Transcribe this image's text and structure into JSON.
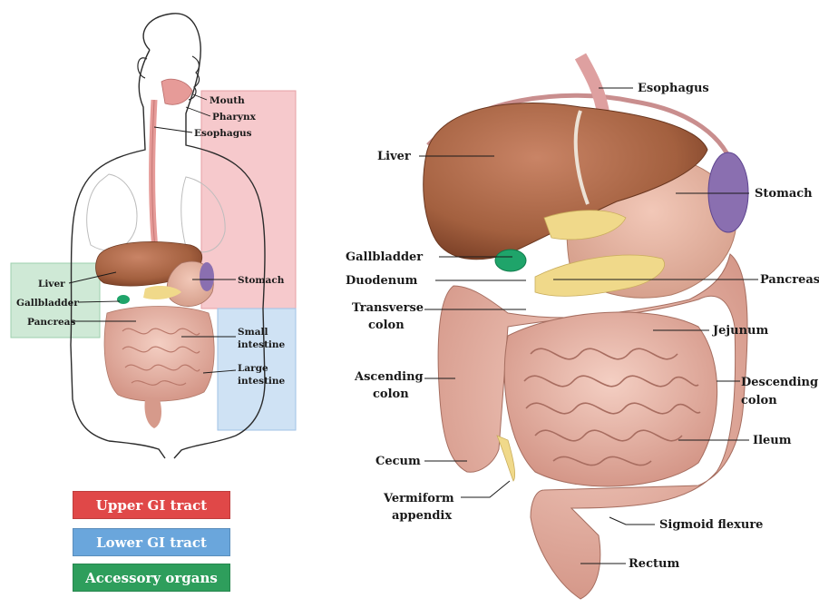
{
  "left_figure": {
    "labels": {
      "mouth": "Mouth",
      "pharynx": "Pharynx",
      "esophagus": "Esophagus",
      "liver": "Liver",
      "gallbladder": "Gallbladder",
      "pancreas": "Pancreas",
      "stomach": "Stomach",
      "small_intestine_1": "Small",
      "small_intestine_2": "intestine",
      "large_intestine_1": "Large",
      "large_intestine_2": "intestine"
    }
  },
  "right_figure": {
    "labels": {
      "esophagus": "Esophagus",
      "liver": "Liver",
      "stomach": "Stomach",
      "gallbladder": "Gallbladder",
      "duodenum": "Duodenum",
      "pancreas": "Pancreas",
      "transverse_colon_1": "Transverse",
      "transverse_colon_2": "colon",
      "jejunum": "Jejunum",
      "ascending_colon_1": "Ascending",
      "ascending_colon_2": "colon",
      "descending_colon_1": "Descending",
      "descending_colon_2": "colon",
      "ileum": "Ileum",
      "cecum": "Cecum",
      "vermiform_appendix_1": "Vermiform",
      "vermiform_appendix_2": "appendix",
      "sigmoid_flexure": "Sigmoid flexure",
      "rectum": "Rectum"
    }
  },
  "legend": {
    "upper": "Upper GI tract",
    "lower": "Lower GI tract",
    "accessory": "Accessory organs"
  },
  "colors": {
    "upper_gi": "#e04848",
    "lower_gi": "#6aa6dc",
    "accessory": "#2e9e5c",
    "upper_region_fill": "#f6c9cc",
    "lower_region_fill": "#cfe2f4",
    "accessory_region_fill": "#cfe9d6",
    "liver": "#a8644a",
    "intestine": "#e8b3a5",
    "stomach_purple": "#8a6fb0",
    "gallbladder_green": "#1fa46a",
    "pancreas_yellow": "#f0d98a"
  }
}
